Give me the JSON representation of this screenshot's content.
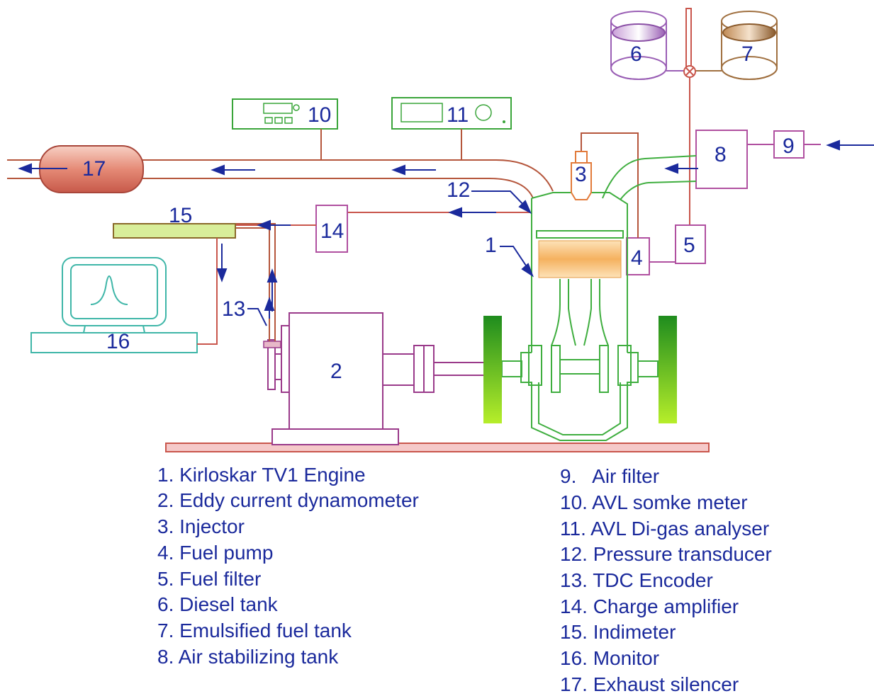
{
  "diagram": {
    "numbers": [
      "1",
      "2",
      "3",
      "4",
      "5",
      "6",
      "7",
      "8",
      "9",
      "10",
      "11",
      "12",
      "13",
      "14",
      "15",
      "16",
      "17"
    ],
    "legend_left": [
      "1. Kirloskar TV1 Engine",
      "2. Eddy current dynamometer",
      "3. Injector",
      "4. Fuel pump",
      "5. Fuel filter",
      "6. Diesel tank",
      "7. Emulsified fuel tank",
      "8. Air stabilizing tank"
    ],
    "legend_right": [
      "9.   Air filter",
      "10. AVL somke meter",
      "11. AVL Di-gas analyser",
      "12. Pressure transducer",
      "13. TDC Encoder",
      "14. Charge amplifier",
      "15. Indimeter",
      "16. Monitor",
      "17. Exhaust silencer"
    ],
    "colors": {
      "text": "#1b2a9c",
      "pipe": "#b5563c",
      "engine": "#3fae3f",
      "dyno": "#9a3a8a",
      "instrument": "#3aa53a",
      "monitor": "#3fb6a8",
      "base": "#f3c8c8",
      "silencer": "#d96a5a"
    }
  }
}
